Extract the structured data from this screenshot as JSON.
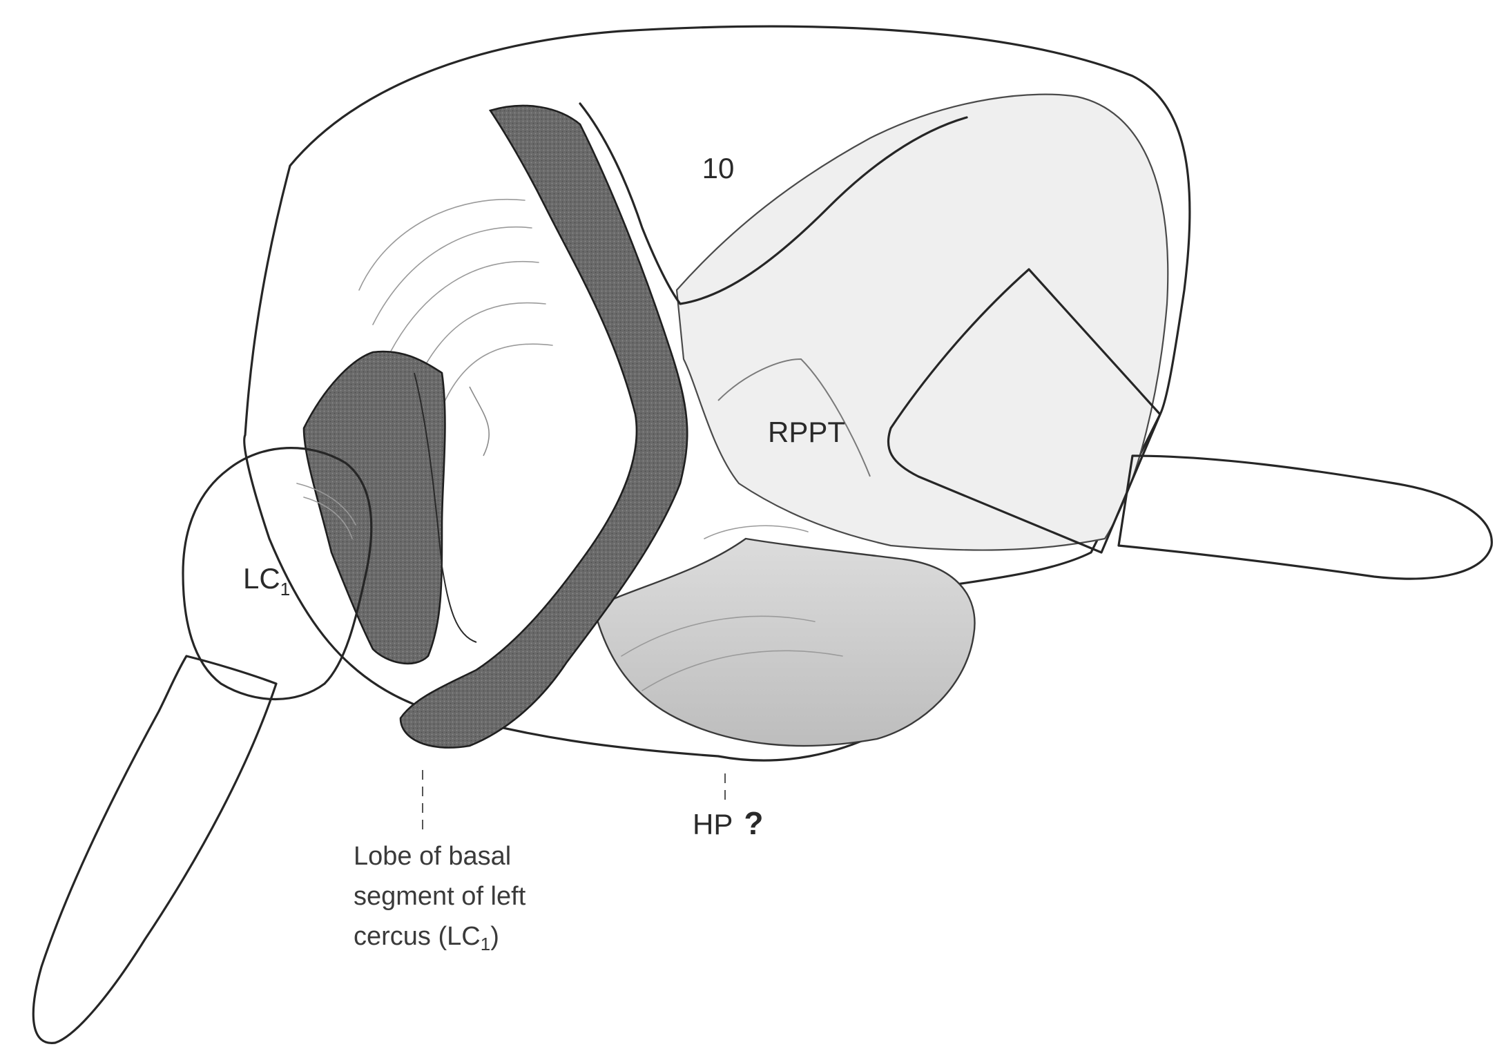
{
  "figure": {
    "labels": {
      "segment_10": "10",
      "rppt": "RPPT",
      "lc1_main": "LC",
      "lc1_sub": "1",
      "hp": "HP",
      "hp_query": "?",
      "lobe_line1": "Lobe of basal",
      "lobe_line2": "segment of left",
      "lobe_line3_a": "cercus  (LC",
      "lobe_line3_sub": "1",
      "lobe_line3_b": ")"
    },
    "colors": {
      "outline": "#262626",
      "dark_band": "#6e6e6e",
      "mid_shading": "#b4b4b4",
      "light_shading": "#e6e6e6",
      "background": "#ffffff"
    }
  }
}
